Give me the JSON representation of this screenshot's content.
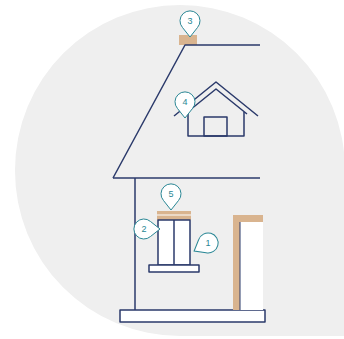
{
  "diagram": {
    "labels": [
      "3",
      "4",
      "5",
      "2",
      "1"
    ]
  }
}
